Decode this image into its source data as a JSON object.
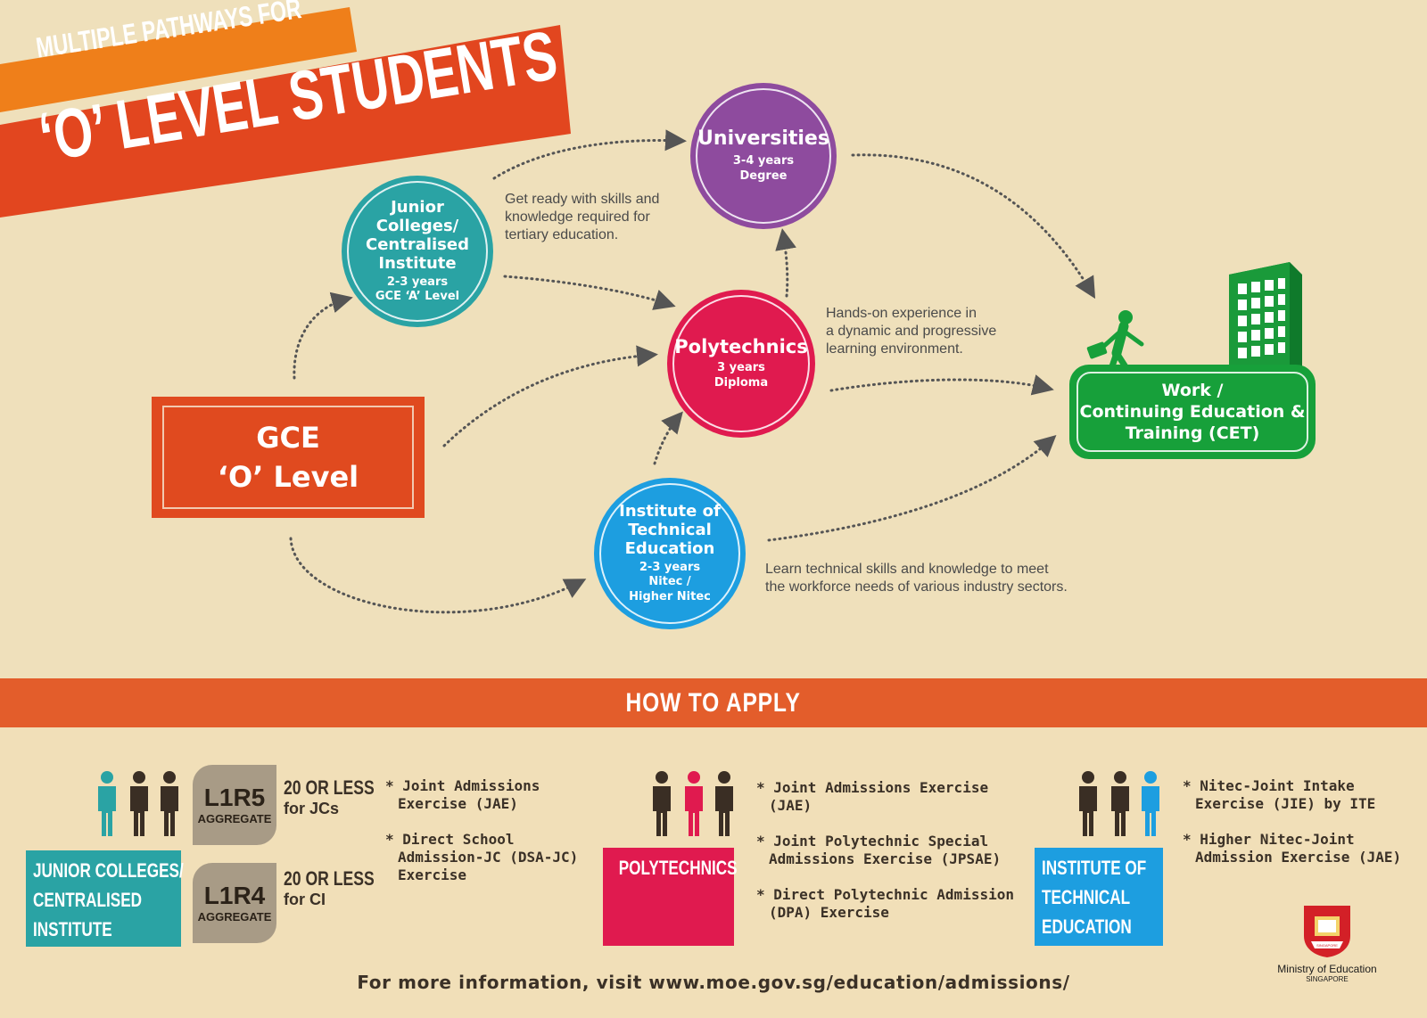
{
  "title": {
    "line1": "MULTIPLE PATHWAYS FOR",
    "line2": "‘O’ LEVEL STUDENTS"
  },
  "nodes": {
    "gce": {
      "line1": "GCE",
      "line2": "‘O’ Level"
    },
    "jc": {
      "name": [
        "Junior",
        "Colleges/",
        "Centralised",
        "Institute"
      ],
      "duration": "2-3 years",
      "qualification": "GCE ‘A’ Level"
    },
    "universities": {
      "name": "Universities",
      "duration": "3-4 years",
      "qualification": "Degree"
    },
    "poly": {
      "name": "Polytechnics",
      "duration": "3 years",
      "qualification": "Diploma"
    },
    "ite": {
      "name": [
        "Institute of",
        "Technical",
        "Education"
      ],
      "duration": "2-3 years",
      "qualification": [
        "Nitec /",
        "Higher Nitec"
      ]
    },
    "work": {
      "lines": [
        "Work /",
        "Continuing Education &",
        "Training (CET)"
      ]
    }
  },
  "descriptions": {
    "jc": [
      "Get ready with skills and",
      "knowledge required for",
      "tertiary education."
    ],
    "poly": [
      "Hands-on experience in",
      "a dynamic and progressive",
      "learning environment."
    ],
    "ite": [
      "Learn technical skills and knowledge to meet",
      "the workforce needs of various industry sectors."
    ]
  },
  "how_to_apply": {
    "heading": "HOW TO APPLY",
    "jc": {
      "box": [
        "JUNIOR COLLEGES/",
        "CENTRALISED",
        "INSTITUTE"
      ],
      "aggregates": [
        {
          "code": "L1R5",
          "label": "AGGREGATE",
          "req": "20 OR LESS",
          "for": "for JCs"
        },
        {
          "code": "L1R4",
          "label": "AGGREGATE",
          "req": "20 OR LESS",
          "for": "for CI"
        }
      ],
      "bullets": [
        "* Joint Admissions Exercise (JAE)",
        "* Direct School Admission-JC (DSA-JC) Exercise"
      ]
    },
    "poly": {
      "box": [
        "POLYTECHNICS"
      ],
      "bullets": [
        "* Joint Admissions Exercise (JAE)",
        "* Joint Polytechnic Special Admissions Exercise (JPSAE)",
        "* Direct Polytechnic Admission (DPA) Exercise"
      ]
    },
    "ite": {
      "box": [
        "INSTITUTE OF",
        "TECHNICAL",
        "EDUCATION"
      ],
      "bullets": [
        "* Nitec-Joint Intake Exercise (JIE) by ITE",
        "* Higher Nitec-Joint Admission Exercise (JAE)"
      ]
    }
  },
  "footer": "For more information, visit www.moe.gov.sg/education/admissions/",
  "logo": {
    "name": "Ministry of Education",
    "country": "SINGAPORE",
    "crest_text": "SINGAPORE"
  },
  "colors": {
    "background": "#efe0bb",
    "title_orange": "#ef7f1a",
    "title_red": "#e2461f",
    "jc": "#2aa3a4",
    "universities": "#8e4b9e",
    "poly": "#e01a4f",
    "ite": "#1d9ee0",
    "work": "#17a03a",
    "apply_bar": "#e35d2b"
  },
  "icons": [
    "person-icon",
    "building-icon",
    "walking-person-icon",
    "moe-crest-icon"
  ]
}
